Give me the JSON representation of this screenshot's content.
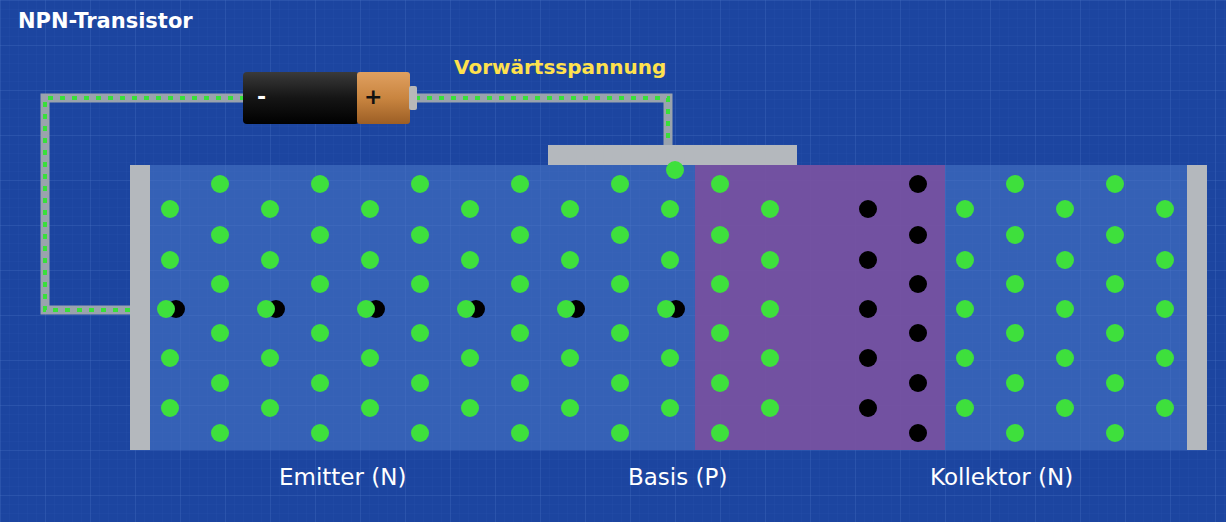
{
  "diagram": {
    "title": "NPN-Transistor",
    "labels": [
      "Vorwärtsspannung",
      "-",
      "+",
      "Emitter (N)",
      "Basis (P)",
      "Kollektor (N)"
    ]
  }
}
